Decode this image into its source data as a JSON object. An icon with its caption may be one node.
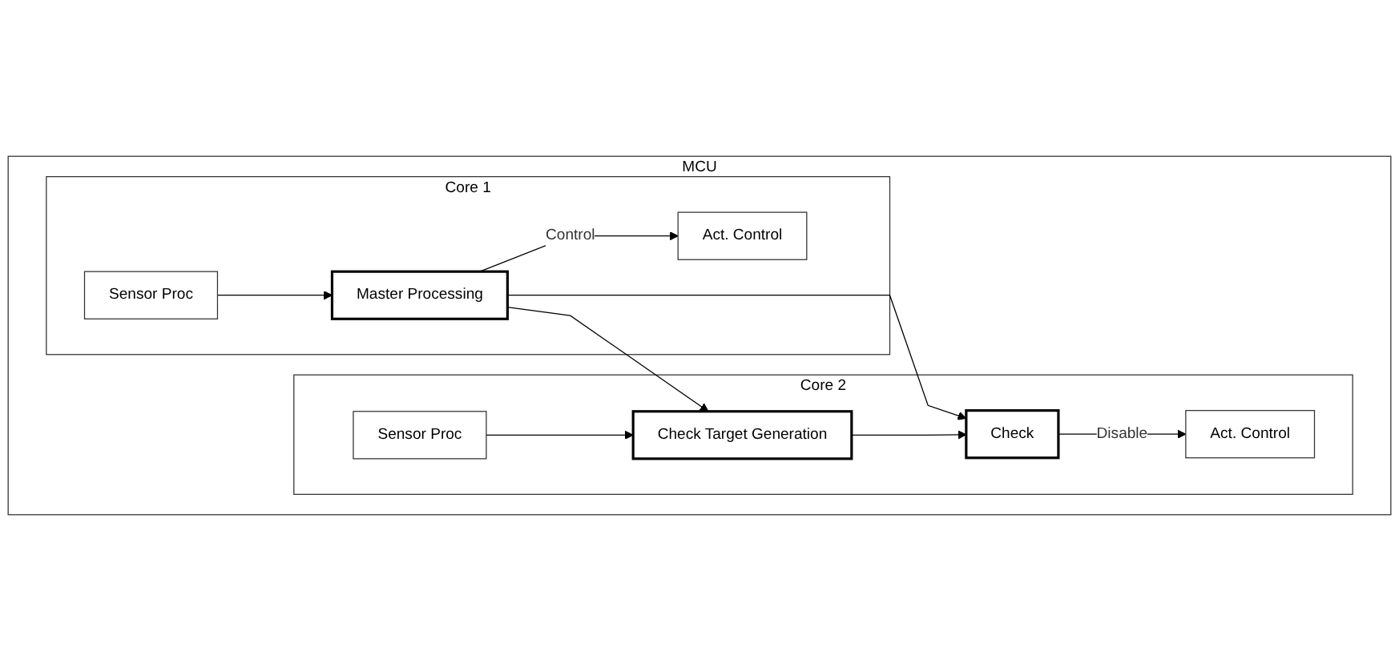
{
  "diagram": {
    "nodes": [
      {
        "text": [
          "MCU"
        ]
      },
      {
        "text": [
          "Core 1"
        ],
        "in": 0
      },
      {
        "text": [
          "Sensor Proc"
        ],
        "in": 1
      },
      {
        "text": [
          "Master Processing"
        ],
        "in": 1
      },
      {
        "text": [
          "Act. Control"
        ],
        "in": 1
      },
      {
        "text": [
          "Core 2"
        ],
        "in": 0
      },
      {
        "text": [
          "Sensor Proc"
        ],
        "in": 5
      },
      {
        "text": [
          "Check Target Generation"
        ],
        "in": 5
      },
      {
        "text": [
          "Check"
        ],
        "in": 5
      },
      {
        "text": [
          "Act. Control"
        ],
        "in": 5
      }
    ],
    "edges": [
      {
        "from": 2,
        "to": 3,
        "arrow": "to"
      },
      {
        "from": 3,
        "to": 4,
        "label": "Control",
        "arrow": "to"
      },
      {
        "from": 3,
        "to": 7,
        "arrow": "to"
      },
      {
        "from": 3,
        "to": 8,
        "arrow": "to"
      },
      {
        "from": 6,
        "to": 7,
        "arrow": "to"
      },
      {
        "from": 7,
        "to": 8,
        "arrow": "to"
      },
      {
        "from": 8,
        "to": 9,
        "label": "Disable",
        "arrow": "to"
      }
    ]
  }
}
